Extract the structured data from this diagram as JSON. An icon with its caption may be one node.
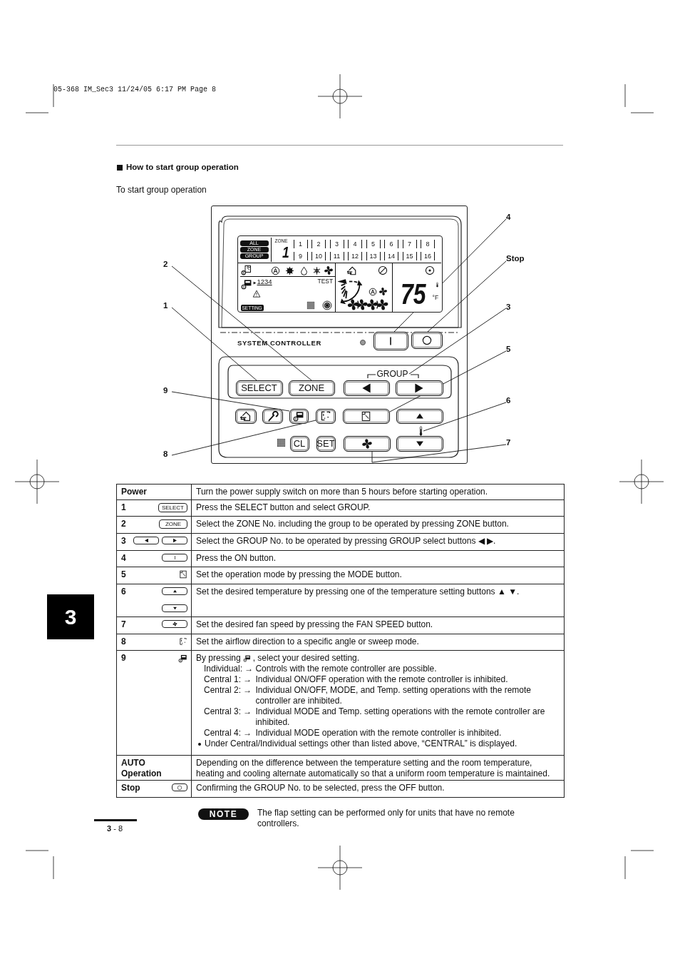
{
  "diagram": {
    "title": "How to start group operation",
    "nodes": [
      {
        "text": [
          "SYSTEM CONTROLLER"
        ]
      },
      {
        "text": [
          "2"
        ]
      },
      {
        "text": [
          "1"
        ]
      },
      {
        "text": [
          "9"
        ]
      },
      {
        "text": [
          "8"
        ]
      },
      {
        "text": [
          "4"
        ]
      },
      {
        "text": [
          "Stop"
        ]
      },
      {
        "text": [
          "3"
        ]
      },
      {
        "text": [
          "5"
        ]
      },
      {
        "text": [
          "6"
        ]
      },
      {
        "text": [
          "7"
        ]
      },
      {
        "text": [
          "ALL",
          "ZONE",
          "GROUP",
          "ZONE",
          "1",
          "1",
          "2",
          "3",
          "4",
          "5",
          "6",
          "7",
          "8",
          "9",
          "10",
          "11",
          "12",
          "13",
          "14",
          "15",
          "16",
          "1234",
          "TEST",
          "SETTING",
          "75",
          "°F"
        ],
        "in": 0
      },
      {
        "text": [],
        "shape": "box",
        "in": 0
      },
      {
        "text": [],
        "shape": "box",
        "in": 0
      },
      {
        "text": [
          "GROUP"
        ],
        "in": 0
      },
      {
        "text": [
          "SELECT"
        ],
        "in": 0
      },
      {
        "text": [
          "ZONE"
        ],
        "in": 0
      },
      {
        "text": [],
        "shape": "box",
        "in": 0
      },
      {
        "text": [],
        "shape": "box",
        "in": 0
      },
      {
        "text": [],
        "shape": "box",
        "in": 0
      },
      {
        "text": [],
        "shape": "box",
        "in": 0
      },
      {
        "text": [],
        "shape": "box",
        "in": 0
      },
      {
        "text": [],
        "shape": "box",
        "in": 0
      },
      {
        "text": [],
        "shape": "box",
        "in": 0
      },
      {
        "text": [],
        "shape": "box",
        "in": 0
      },
      {
        "text": [],
        "shape": "picture",
        "in": 0
      },
      {
        "text": [
          "CL"
        ],
        "in": 0
      },
      {
        "text": [
          "SET"
        ],
        "in": 0
      },
      {
        "text": [],
        "shape": "box",
        "in": 0
      },
      {
        "text": [],
        "shape": "box",
        "in": 0
      }
    ],
    "edges": [
      {
        "from": 1,
        "to": 16,
        "arrow": "none"
      },
      {
        "from": 2,
        "to": 15,
        "arrow": "none"
      },
      {
        "from": 3,
        "to": 21,
        "arrow": "none"
      },
      {
        "from": 4,
        "to": 22,
        "arrow": "none"
      },
      {
        "from": 5,
        "to": 12,
        "arrow": "none"
      },
      {
        "from": 6,
        "to": 13,
        "arrow": "none"
      },
      {
        "from": 7,
        "to": 14,
        "arrow": "none"
      },
      {
        "from": 8,
        "to": 23,
        "arrow": "none"
      },
      {
        "from": 9,
        "to": 25,
        "arrow": "none"
      },
      {
        "from": 10,
        "to": 28,
        "arrow": "none"
      }
    ],
    "labels": [
      "05-368 IM_Sec3 11/24/05 6:17 PM Page 8",
      "To start group operation",
      "Power",
      "Turn the power supply switch on more than 5 hours before starting operation.",
      "1",
      "SELECT",
      "Press the SELECT button and select GROUP.",
      "2",
      "ZONE",
      "Select the ZONE No. including the group to be operated by pressing ZONE button.",
      "3",
      "Select the GROUP No. to be operated by pressing GROUP select buttons ◀ ▶.",
      "4",
      "Press the ON button.",
      "5",
      "Set the operation mode by pressing the MODE button.",
      "6",
      "Set the desired temperature by pressing one of the temperature setting buttons ▲ ▼.",
      "7",
      "Set the desired fan speed by pressing the FAN SPEED button.",
      "8",
      "Set the airflow direction to a specific angle or sweep mode.",
      "9",
      "By pressing",
      ", select your desired setting.",
      "Individual: →",
      "Controls with the remote controller are possible.",
      "Central 1: →",
      "Individual ON/OFF operation with the remote controller is inhibited.",
      "Central 2: →",
      "Individual ON/OFF, MODE, and Temp. setting operations with the remote controller are inhibited.",
      "Central 3: →",
      "Individual MODE and Temp. setting operations with the remote controller are inhibited.",
      "Central 4: →",
      "Individual MODE operation with the remote controller is inhibited.",
      "Under Central/Individual settings other than listed above, “CENTRAL” is displayed.",
      "AUTO Operation",
      "Depending on the difference between the temperature setting and the room temperature, heating and cooling alternate automatically so that a uniform room temperature is maintained.",
      "Stop",
      "Confirming the GROUP No. to be selected, press the OFF button.",
      "3",
      "NOTE",
      "The flap setting can be performed only for units that have no remote controllers.",
      "**3** - 8"
    ]
  }
}
